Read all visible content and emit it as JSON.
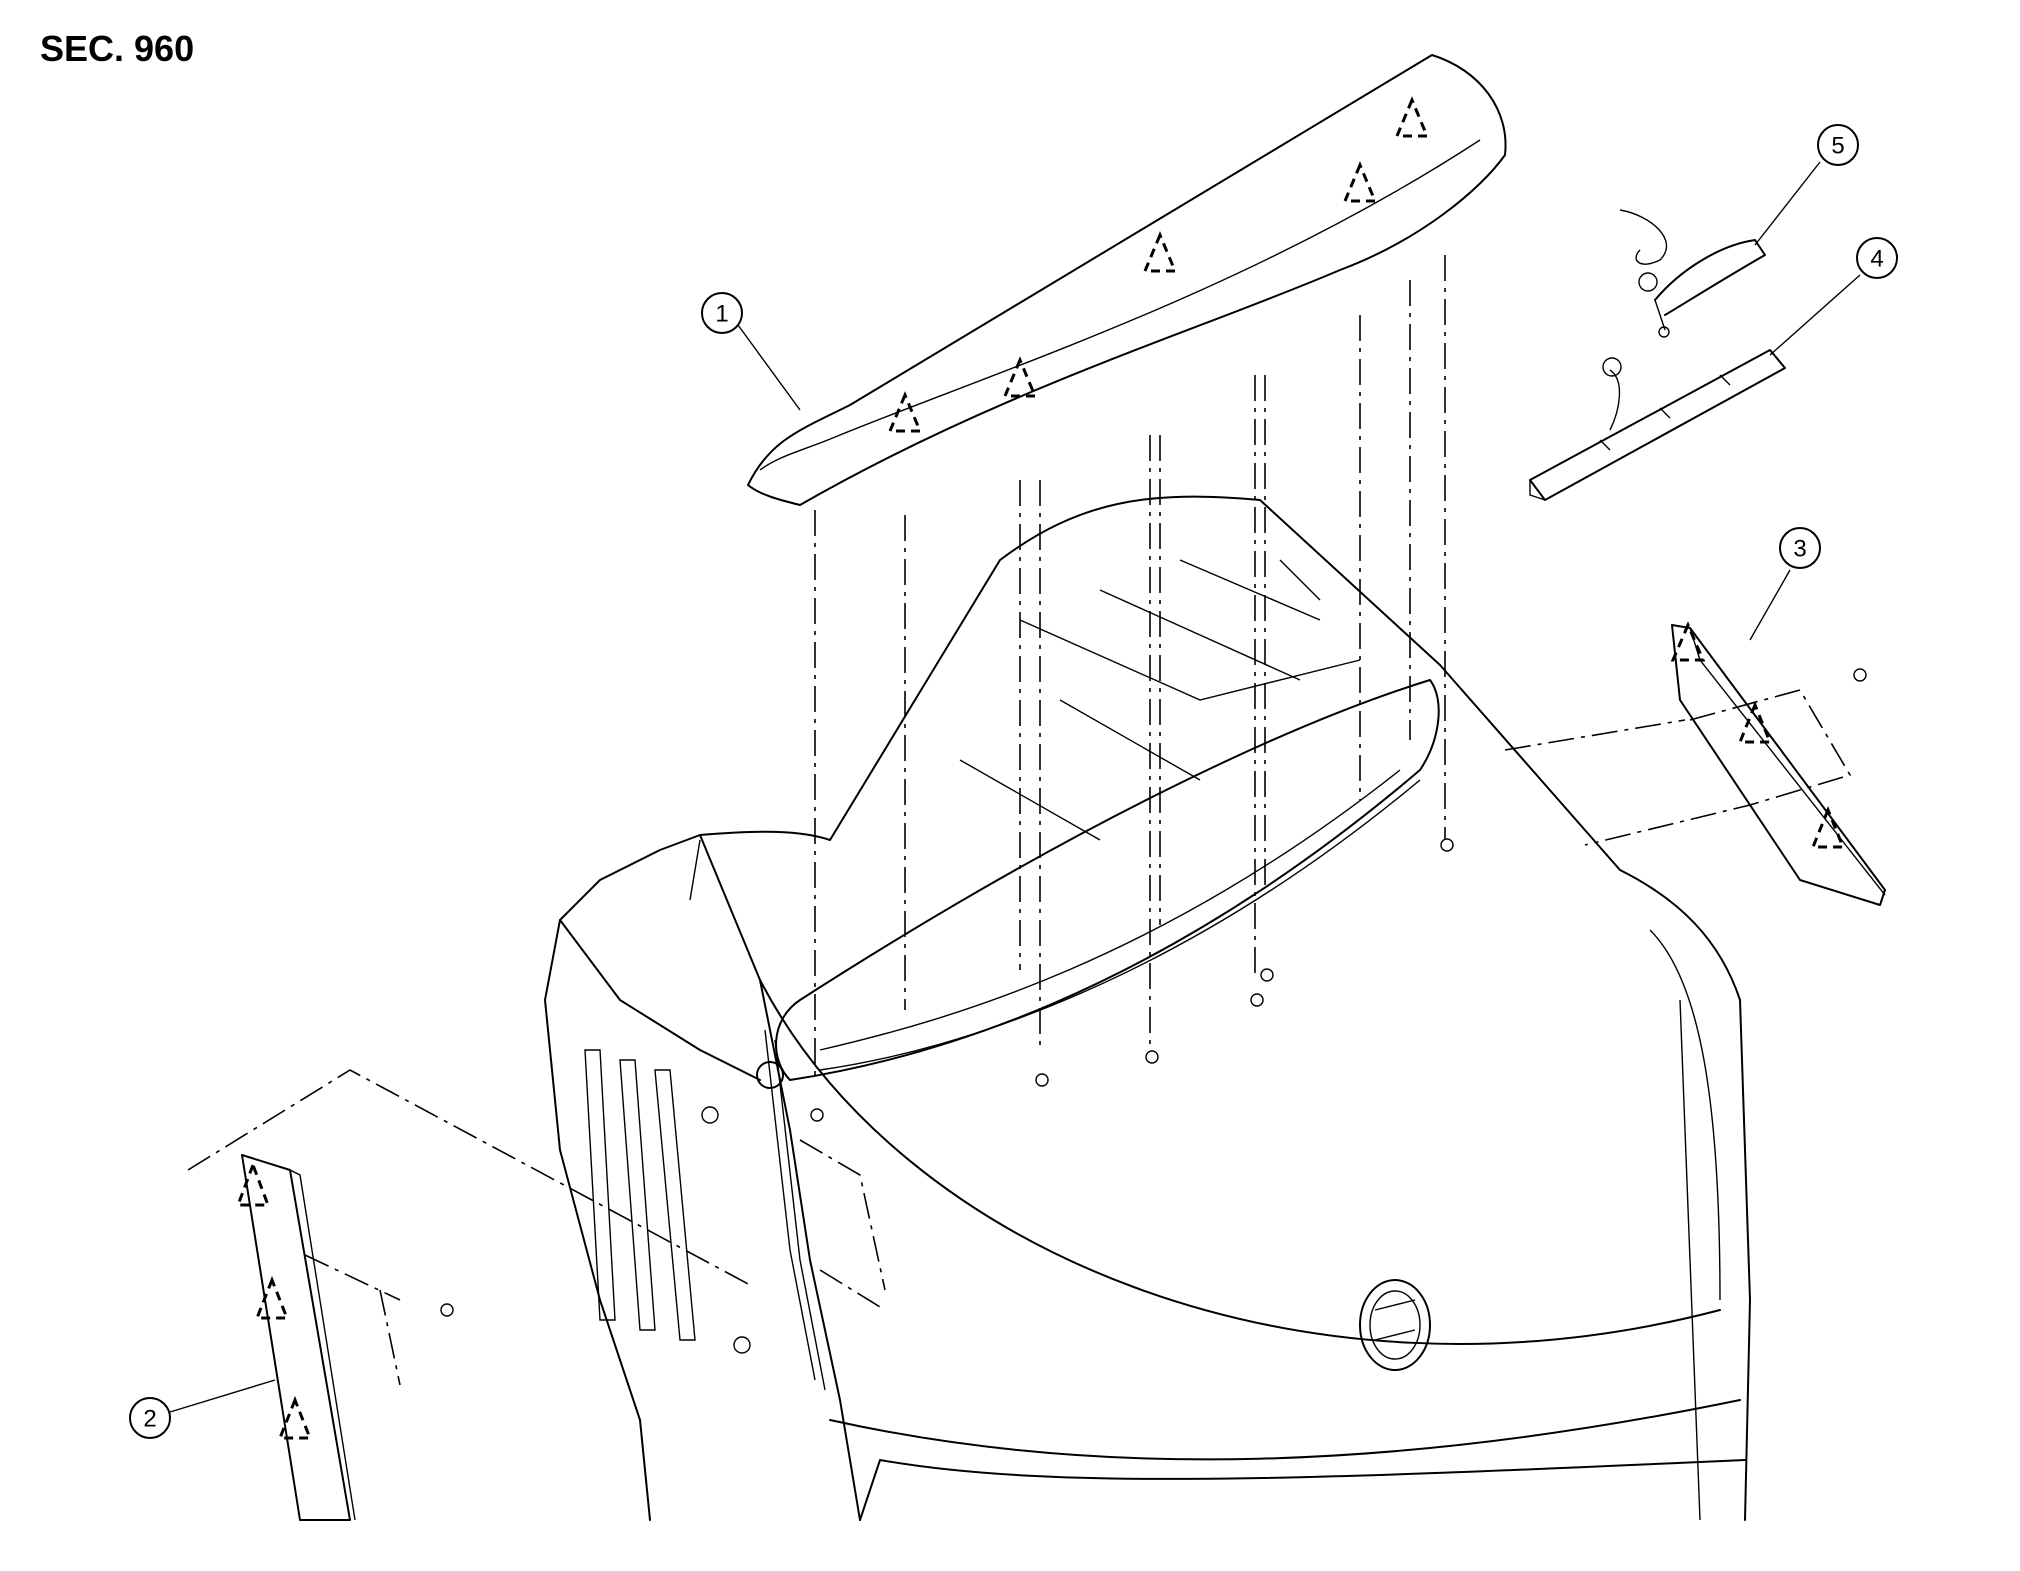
{
  "section_label": "SEC. 960",
  "callouts": [
    "1",
    "2",
    "3",
    "4",
    "5"
  ]
}
